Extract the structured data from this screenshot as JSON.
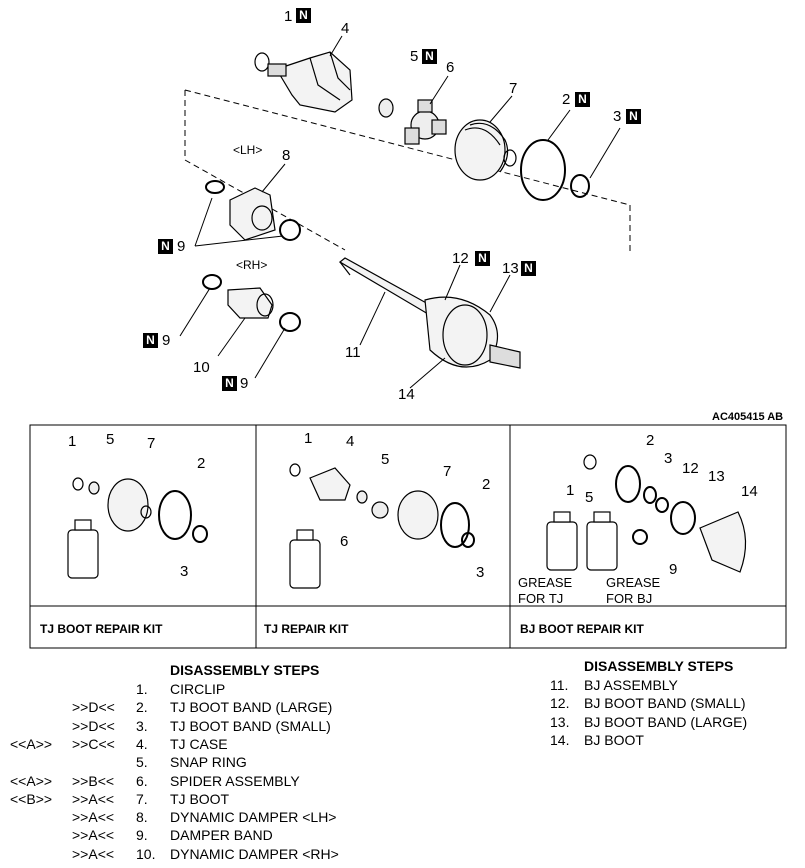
{
  "figure_code": "AC405415 AB",
  "callouts": {
    "c1": "1",
    "c4": "4",
    "c5": "5",
    "c6": "6",
    "c7": "7",
    "c2": "2",
    "c3": "3",
    "c8": "8",
    "c9a": "9",
    "c9b": "9",
    "c9c": "9",
    "c10": "10",
    "c11": "11",
    "c12": "12",
    "c13": "13",
    "c14": "14",
    "lh": "<LH>",
    "rh": "<RH>",
    "n": "N"
  },
  "kits": {
    "tj_boot": {
      "title": "TJ BOOT REPAIR KIT",
      "labels": [
        "1",
        "5",
        "7",
        "2",
        "3"
      ]
    },
    "tj_repair": {
      "title": "TJ REPAIR KIT",
      "labels": [
        "1",
        "4",
        "5",
        "7",
        "2",
        "6",
        "3"
      ]
    },
    "bj_boot": {
      "title": "BJ BOOT REPAIR KIT",
      "labels": [
        "2",
        "3",
        "12",
        "13",
        "14",
        "1",
        "5",
        "9"
      ],
      "grease_tj": [
        "GREASE",
        "FOR TJ"
      ],
      "grease_bj": [
        "GREASE",
        "FOR BJ"
      ]
    }
  },
  "steps_left": {
    "title": "DISASSEMBLY STEPS",
    "rows": [
      {
        "a": "",
        "b": "",
        "num": "1.",
        "name": "CIRCLIP"
      },
      {
        "a": "",
        "b": ">>D<<",
        "num": "2.",
        "name": "TJ BOOT BAND (LARGE)"
      },
      {
        "a": "",
        "b": ">>D<<",
        "num": "3.",
        "name": "TJ BOOT BAND (SMALL)"
      },
      {
        "a": "<<A>>",
        "b": ">>C<<",
        "num": "4.",
        "name": "TJ CASE"
      },
      {
        "a": "",
        "b": "",
        "num": "5.",
        "name": "SNAP RING"
      },
      {
        "a": "<<A>>",
        "b": ">>B<<",
        "num": "6.",
        "name": "SPIDER ASSEMBLY"
      },
      {
        "a": "<<B>>",
        "b": ">>A<<",
        "num": "7.",
        "name": "TJ BOOT"
      },
      {
        "a": "",
        "b": ">>A<<",
        "num": "8.",
        "name": "DYNAMIC DAMPER <LH>"
      },
      {
        "a": "",
        "b": ">>A<<",
        "num": "9.",
        "name": "DAMPER BAND"
      },
      {
        "a": "",
        "b": ">>A<<",
        "num": "10.",
        "name": "DYNAMIC DAMPER <RH>"
      }
    ]
  },
  "steps_right": {
    "title": "DISASSEMBLY STEPS",
    "rows": [
      {
        "num": "11.",
        "name": "BJ ASSEMBLY"
      },
      {
        "num": "12.",
        "name": "BJ BOOT BAND (SMALL)"
      },
      {
        "num": "13.",
        "name": "BJ BOOT BAND (LARGE)"
      },
      {
        "num": "14.",
        "name": "BJ BOOT"
      }
    ]
  }
}
